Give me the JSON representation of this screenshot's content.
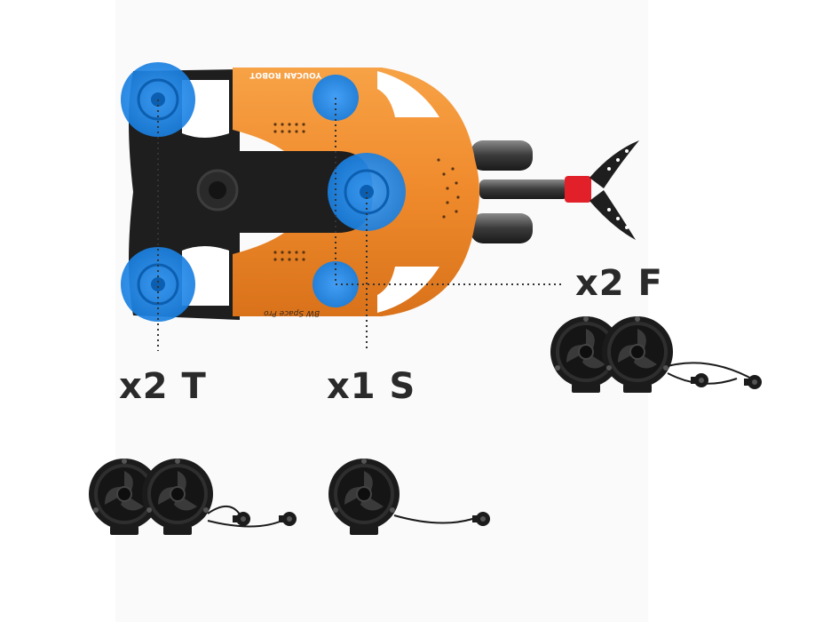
{
  "labels": {
    "tail": "x2 T",
    "side": "x1 S",
    "front": "x2 F"
  },
  "drone": {
    "brand_text": "YOUCAN ROBOT",
    "model_text": "BW Space Pro"
  },
  "colors": {
    "body_orange": "#ef8a2c",
    "frame_black": "#1e1e1e",
    "highlight_blue": "#1a8cf0",
    "claw_red": "#e2202a",
    "label_text": "#2a2a2a"
  },
  "icons": [
    "underwater-drone",
    "thruster-motor-icon",
    "connector-plug-icon"
  ]
}
